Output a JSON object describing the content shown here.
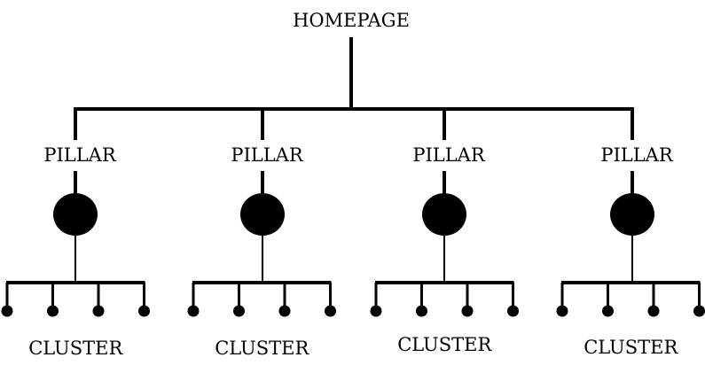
{
  "diagram": {
    "root_label": "HOMEPAGE",
    "pillars": [
      {
        "label": "PILLAR",
        "cluster_label": "CLUSTER",
        "cluster_nodes": 4
      },
      {
        "label": "PILLAR",
        "cluster_label": "CLUSTER",
        "cluster_nodes": 4
      },
      {
        "label": "PILLAR",
        "cluster_label": "CLUSTER",
        "cluster_nodes": 4
      },
      {
        "label": "PILLAR",
        "cluster_label": "CLUSTER",
        "cluster_nodes": 4
      }
    ],
    "colors": {
      "line": "#000000",
      "node": "#000000",
      "background": "#ffffff"
    }
  }
}
